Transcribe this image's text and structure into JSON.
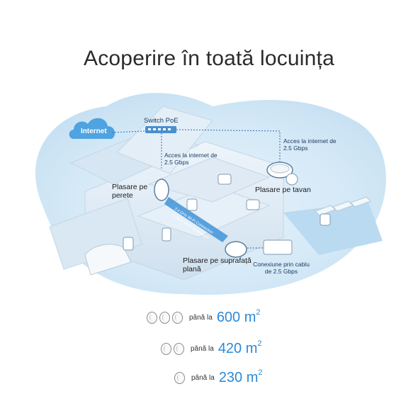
{
  "title": "Acoperire în toată locuința",
  "scene": {
    "internet": "Internet",
    "switch": "Switch PoE",
    "wall_internet": "Acces la internet de 2.5 Gbps",
    "ceiling_internet": "Acces la internet de 2.5 Gbps",
    "wall_placement": "Plasare pe perete",
    "ceiling_placement": "Plasare pe tavan",
    "surface_placement": "Plasare pe suprafață plană",
    "cable_connection": "Conexiune prin cablu de 2.5 Gbps",
    "wifi_24": "2.4 GHz Wi-Fi Connection",
    "wifi_5": "5 GHz Wi-Fi Connection"
  },
  "coverage": [
    {
      "units": 3,
      "prefix": "până la",
      "value": "600 m",
      "sup": "2"
    },
    {
      "units": 2,
      "prefix": "până la",
      "value": "420 m",
      "sup": "2"
    },
    {
      "units": 1,
      "prefix": "până la",
      "value": "230 m",
      "sup": "2"
    }
  ],
  "colors": {
    "accent": "#2c8ad8",
    "cloud": "#4fa3e0",
    "bubble": "#d4e8f6"
  }
}
